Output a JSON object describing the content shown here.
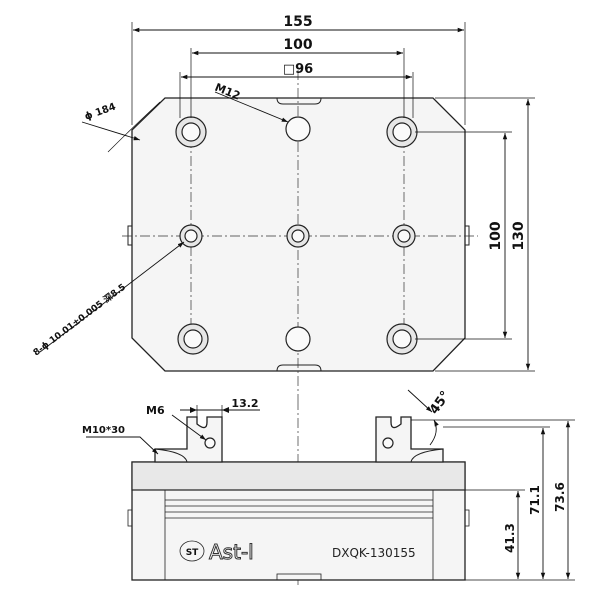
{
  "top_view": {
    "dims": {
      "overall_width": "155",
      "hole_spacing_x": "100",
      "square_pattern": "□96",
      "hole_spacing_y": "100",
      "overall_height": "130"
    },
    "callouts": {
      "thread": "M12",
      "diameter": "ϕ 184",
      "pin_holes": "8-ϕ 10.01±0.005 深8.5"
    }
  },
  "front_view": {
    "dims": {
      "offset": "13.2",
      "angle": "45°",
      "height_1": "41.3",
      "height_2": "71.1",
      "height_3": "73.6"
    },
    "callouts": {
      "small_thread": "M6",
      "bolt": "M10*30"
    },
    "label": {
      "brand": "Ast-l",
      "model": "DXQK-130155"
    }
  }
}
